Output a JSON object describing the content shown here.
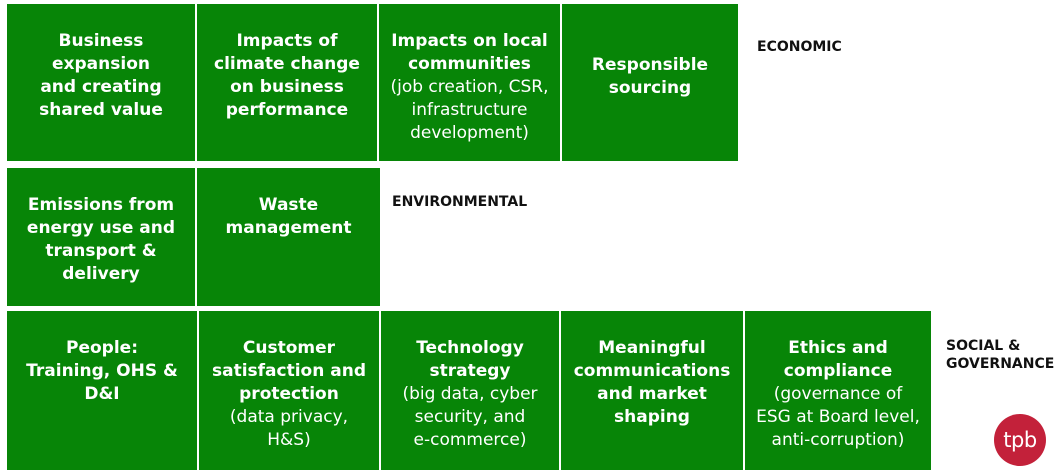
{
  "economic": {
    "label": "ECONOMIC",
    "boxes": [
      {
        "title": "Business\nexpansion\nand creating\nshared value",
        "sub": ""
      },
      {
        "title": "Impacts of\nclimate change\non business\nperformance",
        "sub": ""
      },
      {
        "title": "Impacts on local\ncommunities",
        "sub": "(job creation, CSR,\ninfrastructure\ndevelopment)"
      },
      {
        "title": "Responsible\nsourcing",
        "sub": ""
      }
    ]
  },
  "environmental": {
    "label": "ENVIRONMENTAL",
    "boxes": [
      {
        "title": "Emissions from\nenergy use and\ntransport &\ndelivery",
        "sub": ""
      },
      {
        "title": "Waste\nmanagement",
        "sub": ""
      }
    ]
  },
  "social": {
    "label": "SOCIAL &\nGOVERNANCE",
    "boxes": [
      {
        "title": "People:\nTraining, OHS &\nD&I",
        "sub": ""
      },
      {
        "title": "Customer\nsatisfaction and\nprotection",
        "sub": "(data privacy,\nH&S)"
      },
      {
        "title": "Technology\nstrategy",
        "sub": "(big data, cyber\nsecurity, and\ne-commerce)"
      },
      {
        "title": "Meaningful\ncommunications\nand market\nshaping",
        "sub": ""
      },
      {
        "title": "Ethics and\ncompliance",
        "sub": "(governance of\nESG at Board level,\nanti-corruption)"
      }
    ]
  },
  "logo": {
    "text": "tpb",
    "color": "#c3213a"
  },
  "colors": {
    "box": "#078507",
    "text": "#ffffff"
  }
}
